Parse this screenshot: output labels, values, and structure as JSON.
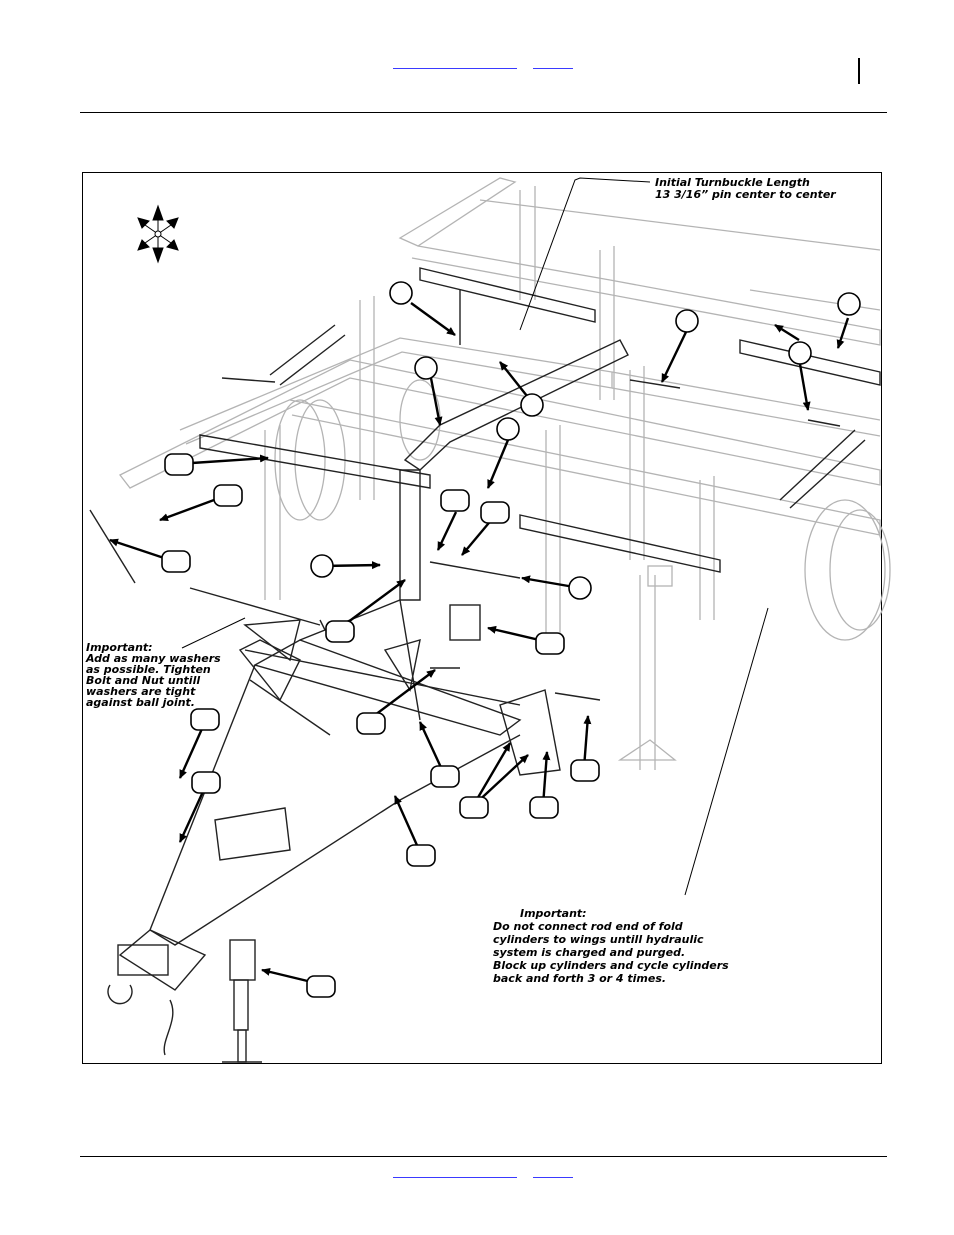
{
  "header": {
    "nav_links": [
      "",
      ""
    ]
  },
  "footer": {
    "nav_links": [
      "",
      ""
    ]
  },
  "notes": {
    "turnbuckle": [
      "Initial Turnbuckle Length",
      "13 3/16” pin center to center"
    ],
    "washers": [
      "Important:",
      "Add as many washers",
      "as possible.  Tighten",
      "Bolt and Nut untill",
      "washers are tight",
      "against ball joint."
    ],
    "cylinders": [
      "Important:",
      "Do not connect rod end of fold",
      "cylinders to wings untill hydraulic",
      "system is charged and purged.",
      "Block up cylinders and cycle cylinders",
      "back and forth 3 or 4 times."
    ]
  },
  "icons": {
    "compass": "compass-rose-icon"
  }
}
